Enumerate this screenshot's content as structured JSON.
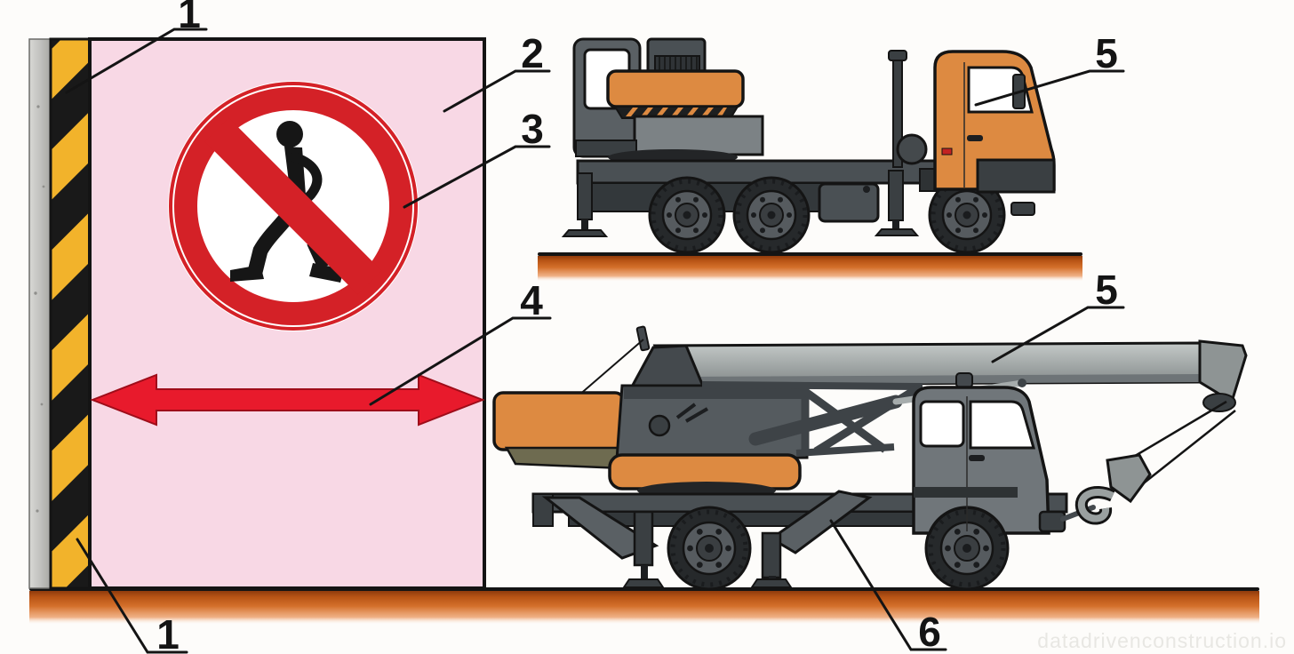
{
  "figure": {
    "watermark": "datadrivenconstruction.io",
    "callouts": {
      "wall_marking_top": "1",
      "danger_zone": "2",
      "prohibition_sign": "3",
      "zone_width_arrow": "4",
      "crane_transport_position": "5",
      "crane_working_boom": "5",
      "outrigger_support": "6",
      "wall_marking_bottom": "1"
    },
    "colors": {
      "danger_zone_pink": "#F8D8E5",
      "hazard_yellow": "#F2B32B",
      "hazard_black": "#191919",
      "sign_red": "#D42127",
      "arrow_red": "#E81A2C",
      "machine_orange": "#DD8A41",
      "machine_gray": "#555B5F",
      "cab_gray": "#70767A",
      "ground_orange": "#C55E1B",
      "concrete_gray": "#C4C4C1"
    }
  }
}
